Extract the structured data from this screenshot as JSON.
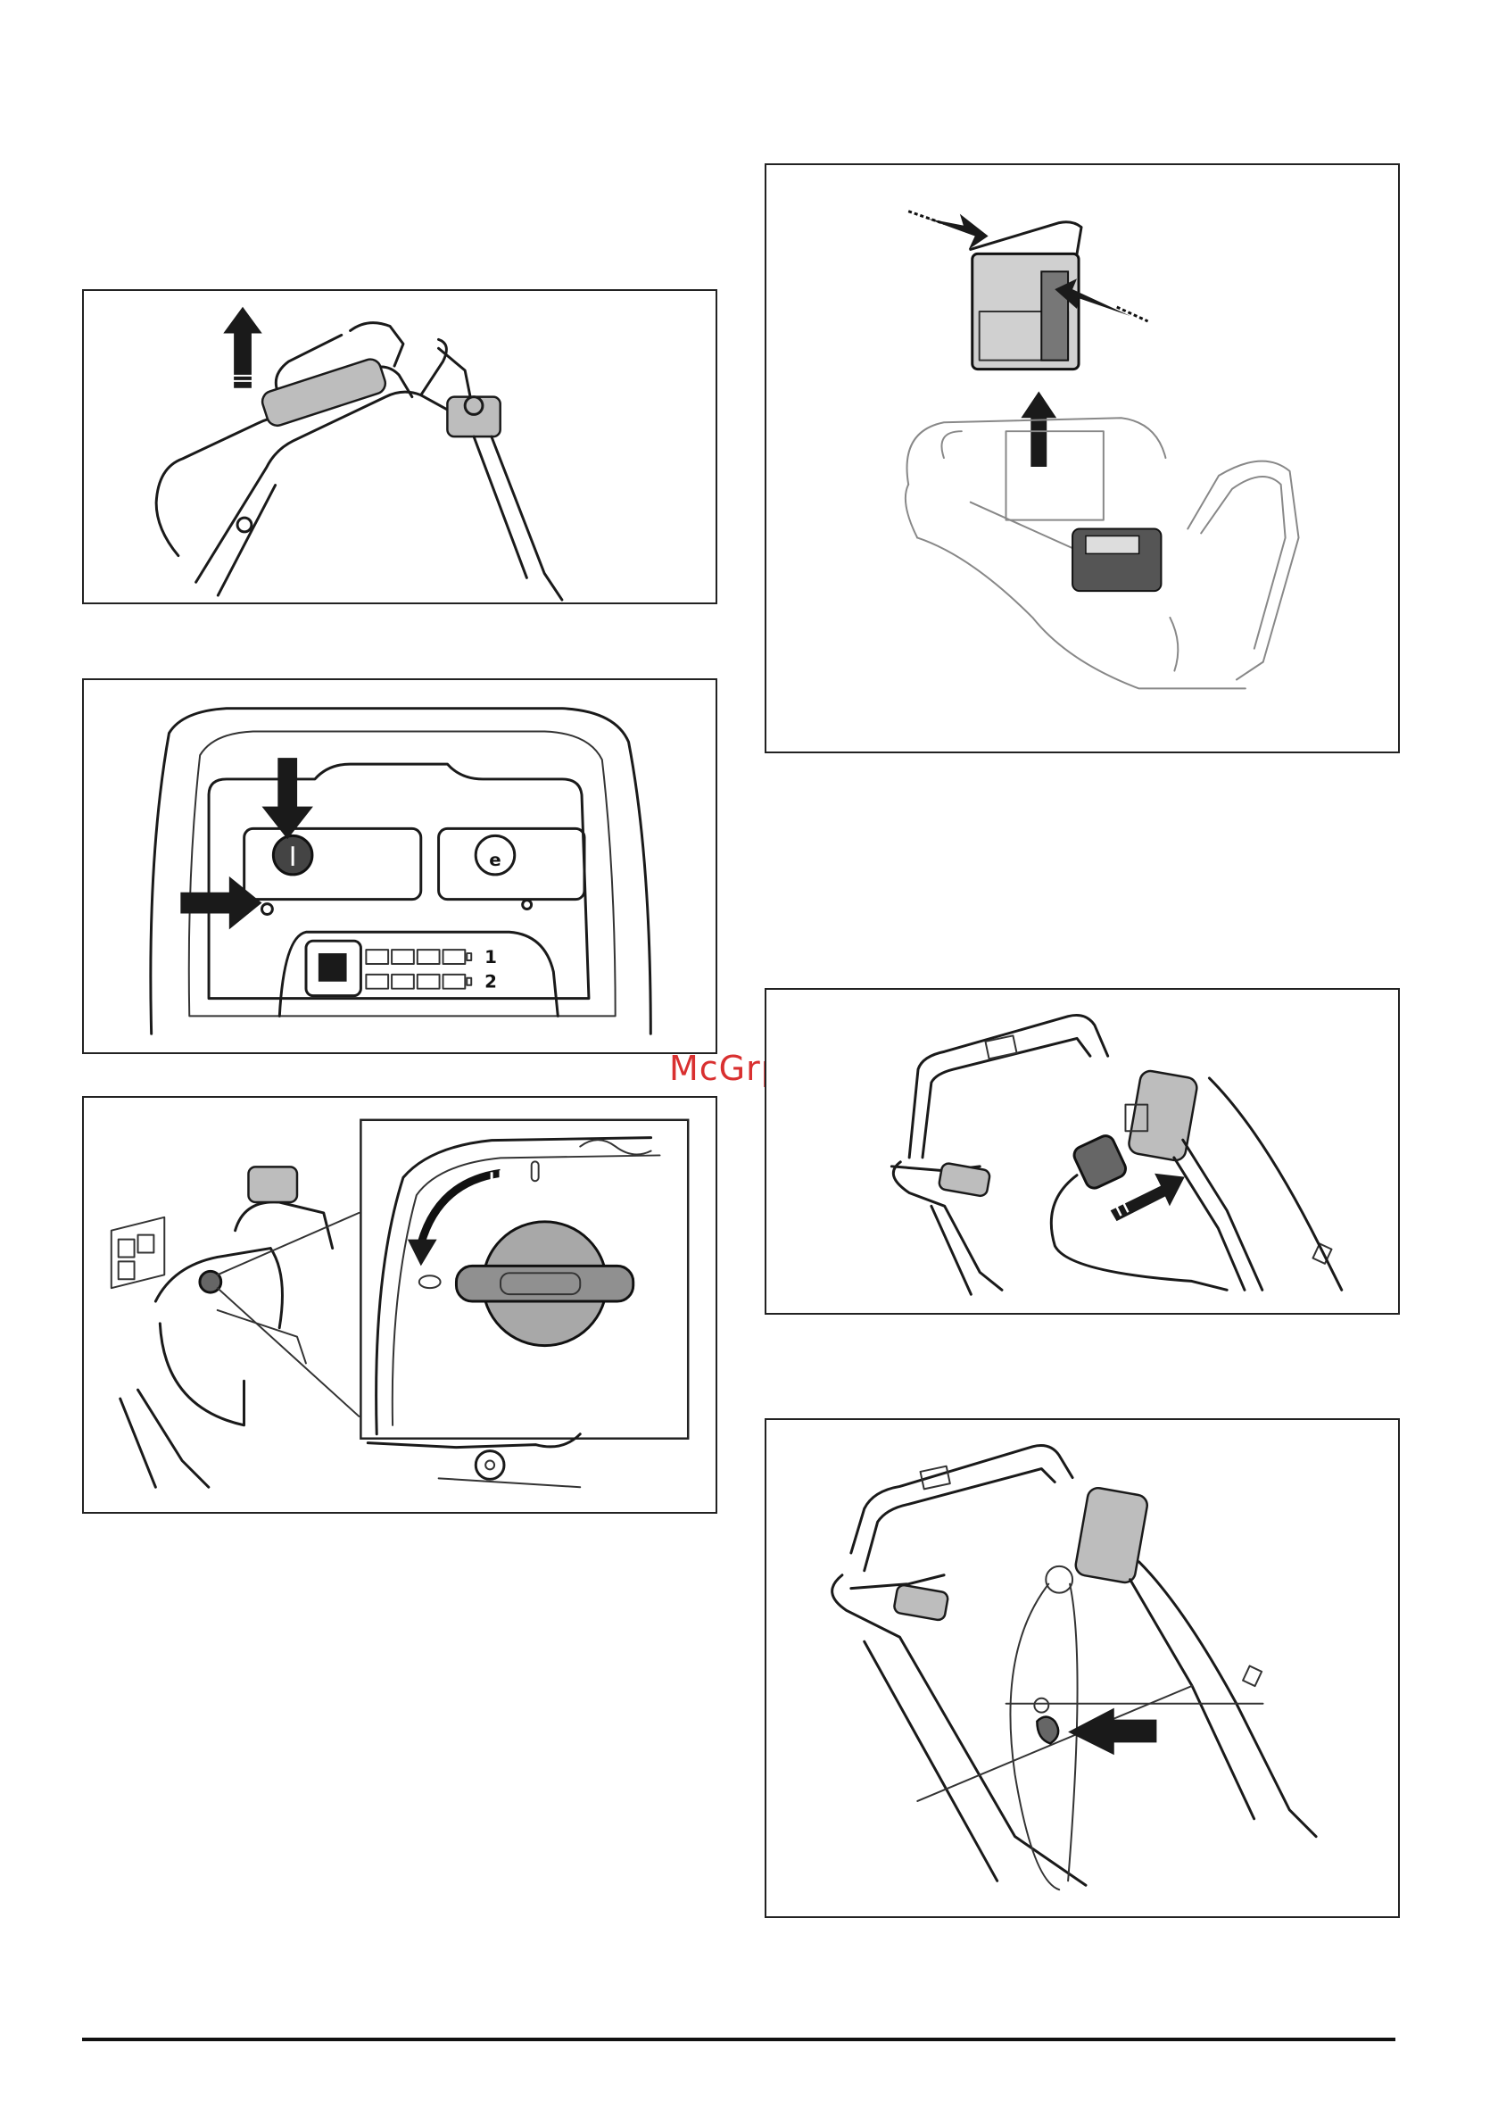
{
  "figures": {
    "handle_lift": {
      "arrow_direction": "up"
    },
    "control_panel": {
      "level_1": "1",
      "level_2": "2",
      "eco_symbol": "e"
    },
    "battery_lid": {
      "arrow_direction": "counter-clockwise"
    },
    "battery_remove": {
      "arrow_direction": "up"
    },
    "charger_connect": {
      "arrow_direction": "right"
    },
    "cable_clip": {
      "arrow_direction": "left"
    }
  },
  "watermark": "McGrp.Ru"
}
